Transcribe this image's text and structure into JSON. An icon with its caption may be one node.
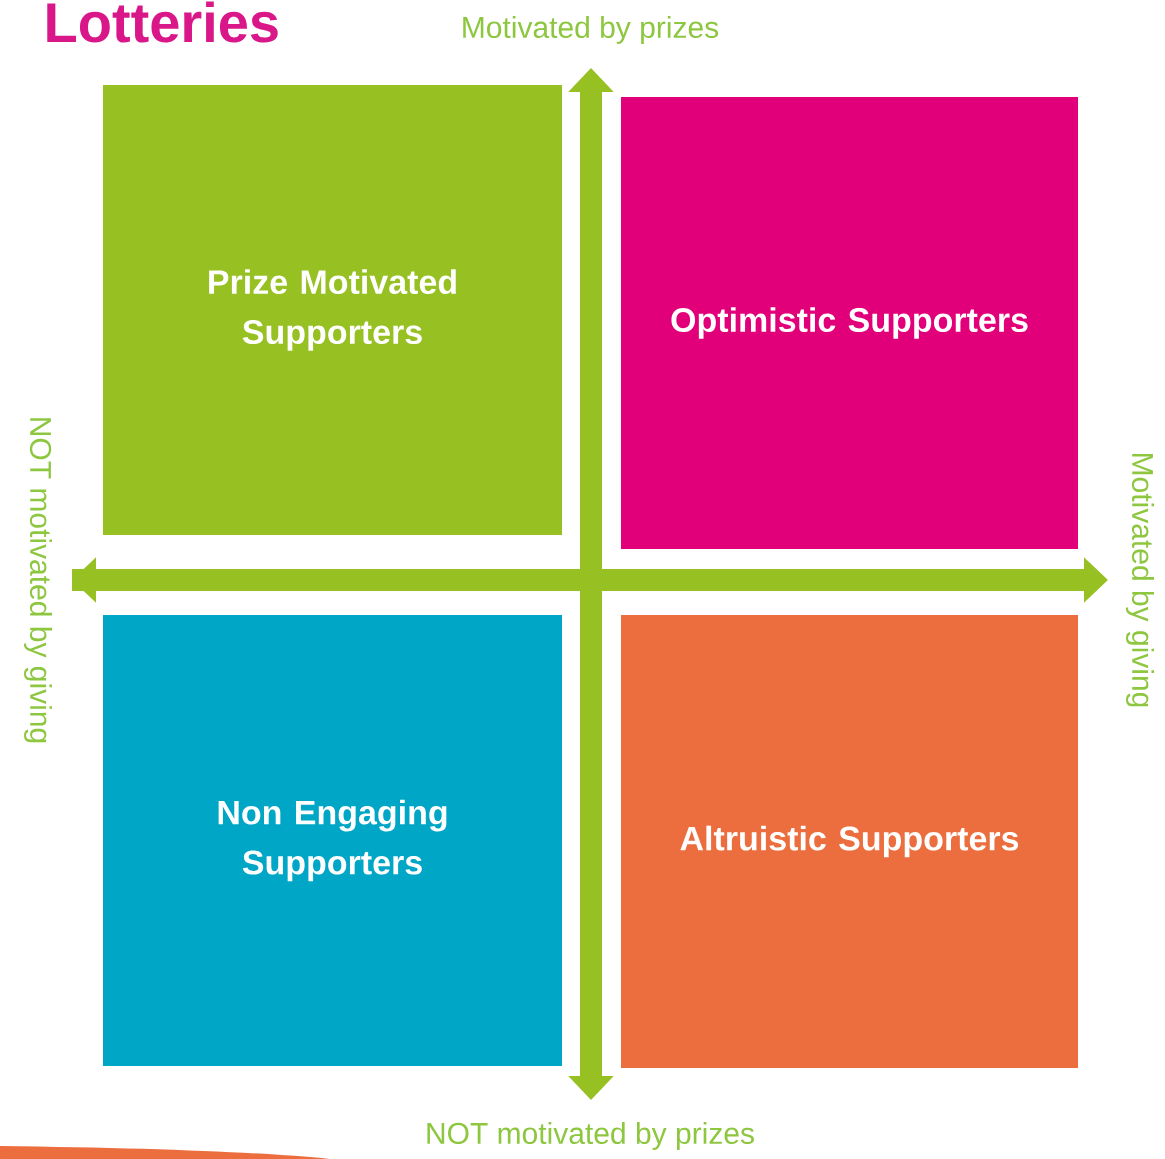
{
  "diagram": {
    "title": "Lotteries",
    "nodes": [
      {
        "text": [
          "Prize Motivated Supporters"
        ]
      },
      {
        "text": [
          "Optimistic Supporters"
        ]
      },
      {
        "text": [
          "Non Engaging Supporters"
        ]
      },
      {
        "text": [
          "Altruistic Supporters"
        ]
      }
    ],
    "labels": [
      "Motivated by prizes",
      "NOT motivated by giving",
      "Motivated by giving",
      "NOT motivated by prizes"
    ]
  }
}
